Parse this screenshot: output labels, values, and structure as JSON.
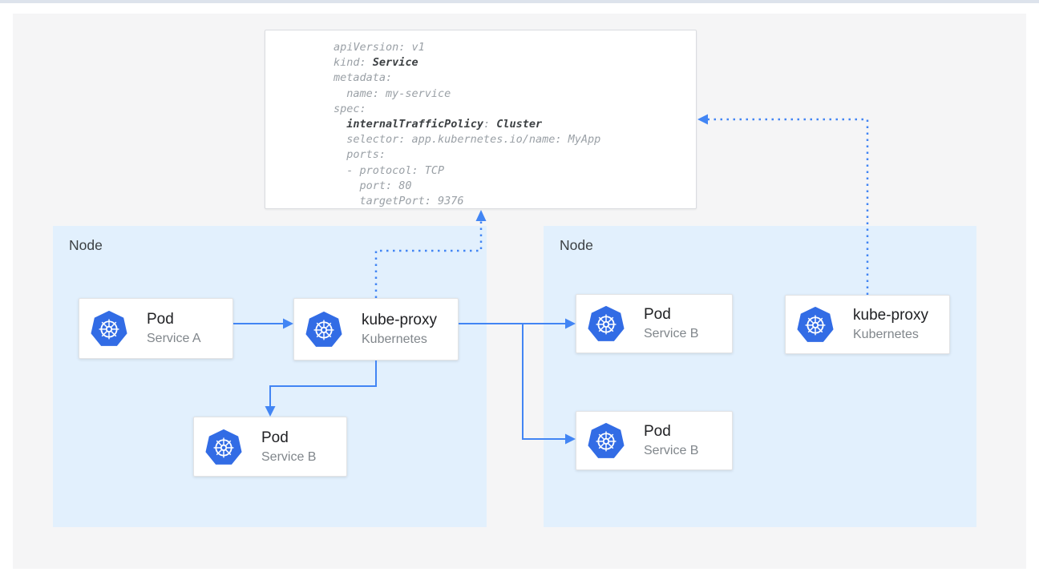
{
  "colors": {
    "arrow_blue": "#4285f4",
    "node_background": "#e2f0fd",
    "kubernetes_blue": "#326ce5",
    "canvas_background": "#f5f5f6",
    "yaml_regular_text": "#9aa0a6",
    "yaml_bold_text": "#3c4043"
  },
  "yaml_panel": {
    "lines": [
      [
        {
          "t": "apiVersion: v1",
          "b": false
        }
      ],
      [
        {
          "t": "kind: ",
          "b": false
        },
        {
          "t": "Service",
          "b": true
        }
      ],
      [
        {
          "t": "metadata:",
          "b": false
        }
      ],
      [
        {
          "t": "  name: my-service",
          "b": false
        }
      ],
      [
        {
          "t": "spec:",
          "b": false
        }
      ],
      [
        {
          "t": "  ",
          "b": false
        },
        {
          "t": "internalTrafficPolicy",
          "b": true
        },
        {
          "t": ": ",
          "b": false
        },
        {
          "t": "Cluster",
          "b": true
        }
      ],
      [
        {
          "t": "  selector: app.kubernetes.io/name: MyApp",
          "b": false
        }
      ],
      [
        {
          "t": "  ports:",
          "b": false
        }
      ],
      [
        {
          "t": "  - protocol: TCP",
          "b": false
        }
      ],
      [
        {
          "t": "    port: 80",
          "b": false
        }
      ],
      [
        {
          "t": "    targetPort: 9376",
          "b": false
        }
      ]
    ]
  },
  "nodes": [
    {
      "label": "Node",
      "cards": [
        {
          "icon": "kubernetes-icon",
          "title": "Pod",
          "subtitle": "Service A"
        },
        {
          "icon": "kubernetes-icon",
          "title": "kube-proxy",
          "subtitle": "Kubernetes"
        },
        {
          "icon": "kubernetes-icon",
          "title": "Pod",
          "subtitle": "Service B"
        }
      ]
    },
    {
      "label": "Node",
      "cards": [
        {
          "icon": "kubernetes-icon",
          "title": "Pod",
          "subtitle": "Service B"
        },
        {
          "icon": "kubernetes-icon",
          "title": "Pod",
          "subtitle": "Service B"
        },
        {
          "icon": "kubernetes-icon",
          "title": "kube-proxy",
          "subtitle": "Kubernetes"
        }
      ]
    }
  ]
}
